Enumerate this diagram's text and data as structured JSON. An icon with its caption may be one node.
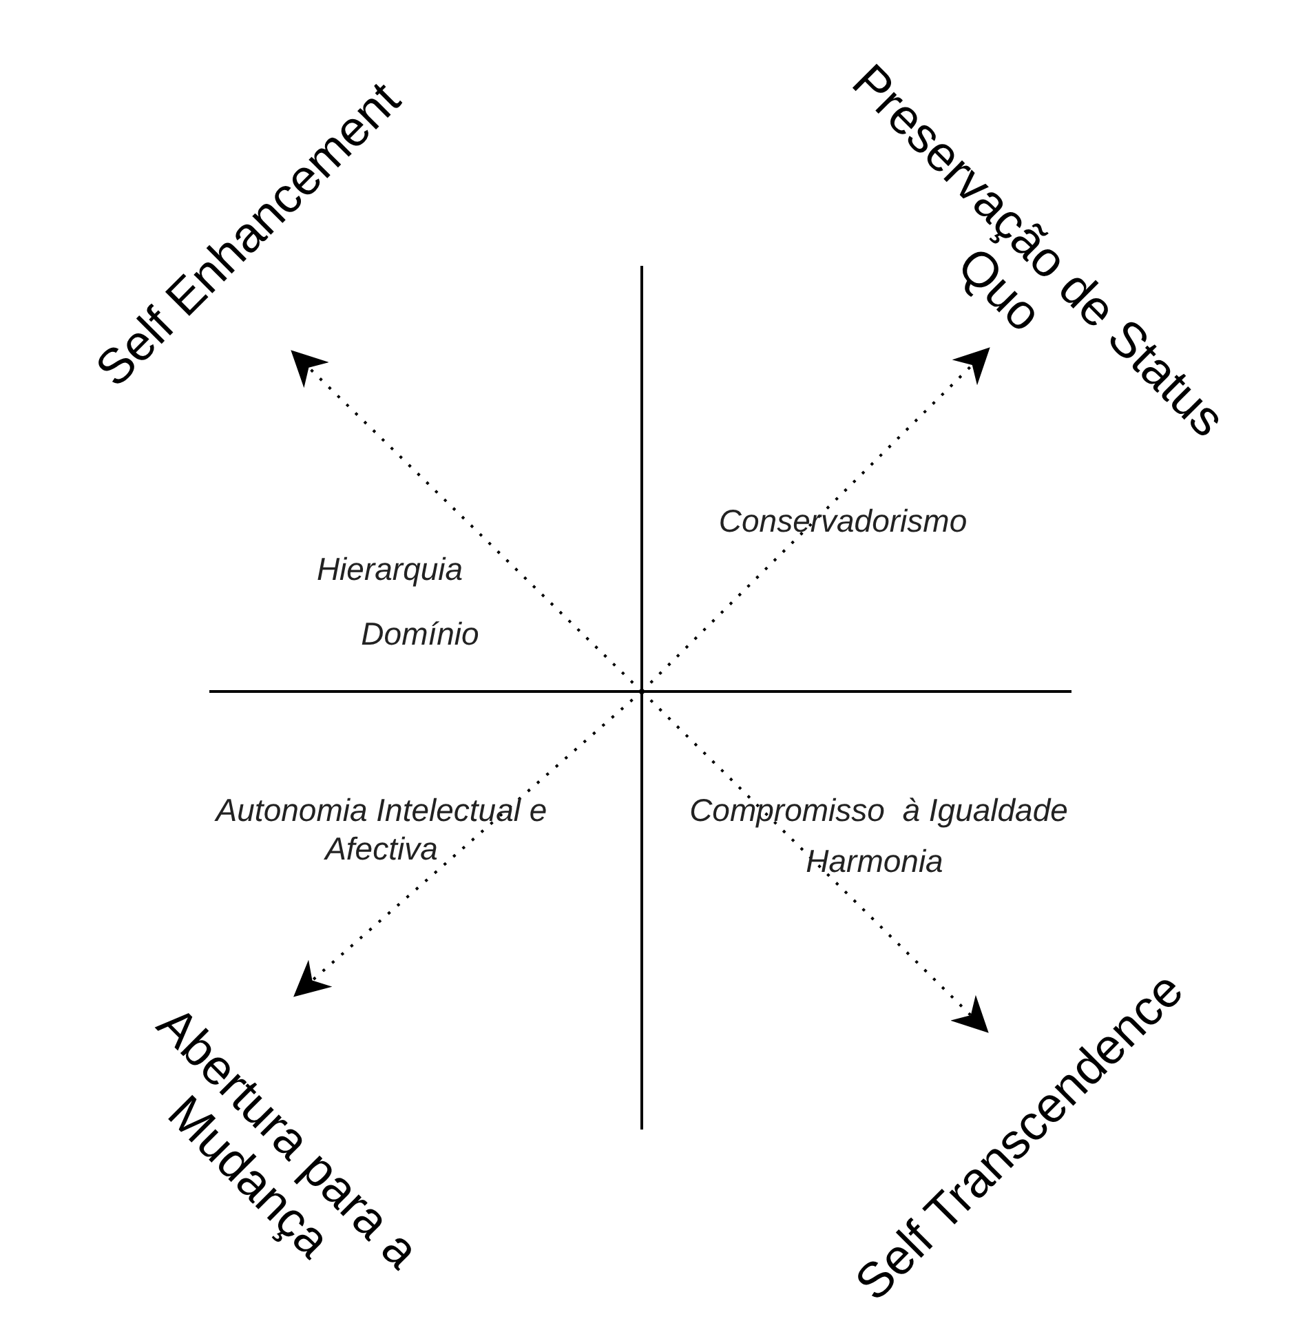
{
  "diagram": {
    "nodes": [
      {
        "text": [
          "Self Enhancement"
        ]
      },
      {
        "text": [
          "Preservação de Status Quo"
        ]
      },
      {
        "text": [
          "Abertura para a Mudança"
        ]
      },
      {
        "text": [
          "Self Transcendence"
        ]
      }
    ],
    "edges": [
      {
        "from": null,
        "to": 0,
        "arrow": "to",
        "style": "dashed"
      },
      {
        "from": null,
        "to": 1,
        "arrow": "to",
        "style": "dashed"
      },
      {
        "from": null,
        "to": 2,
        "arrow": "to",
        "style": "dashed"
      },
      {
        "from": null,
        "to": 3,
        "arrow": "to",
        "style": "dashed"
      }
    ],
    "labels": [
      "Hierarquia",
      "Domínio",
      "Conservadorismo",
      "Autonomia Intelectual e Afectiva",
      "Compromisso  à Igualdade",
      "Harmonia"
    ]
  }
}
